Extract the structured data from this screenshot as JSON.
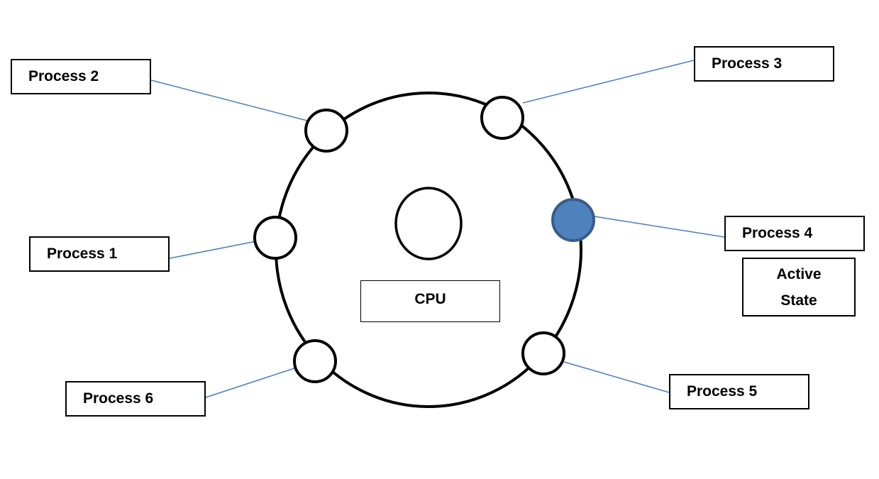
{
  "processes": [
    {
      "label": "Process 1",
      "active": false
    },
    {
      "label": "Process 2",
      "active": false
    },
    {
      "label": "Process 3",
      "active": false
    },
    {
      "label": "Process 4",
      "active": true
    },
    {
      "label": "Process 5",
      "active": false
    },
    {
      "label": "Process 6",
      "active": false
    }
  ],
  "cpu_label": "CPU",
  "active_state": {
    "line1": "Active",
    "line2": "State"
  },
  "colors": {
    "active_fill": "#4f81bd",
    "active_stroke": "#385d8a",
    "connector": "#4a7ebb",
    "outline": "#000000"
  }
}
